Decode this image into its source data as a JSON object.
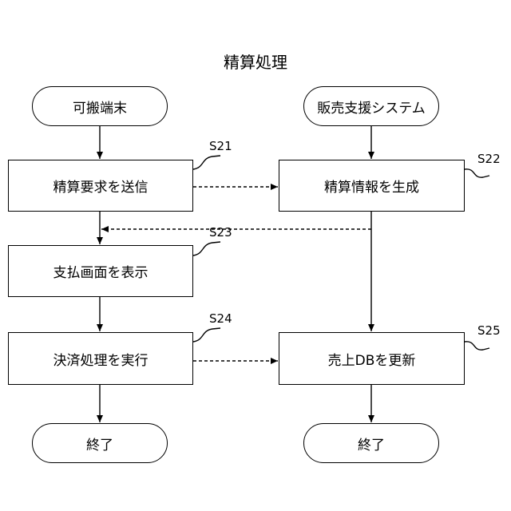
{
  "title": "精算処理",
  "left": {
    "start": "可搬端末",
    "steps": [
      {
        "id": "S21",
        "label": "精算要求を送信"
      },
      {
        "id": "S23",
        "label": "支払画面を表示"
      },
      {
        "id": "S24",
        "label": "決済処理を実行"
      }
    ],
    "end": "終了"
  },
  "right": {
    "start": "販売支援システム",
    "steps": [
      {
        "id": "S22",
        "label": "精算情報を生成"
      },
      {
        "id": "S25",
        "label": "売上DBを更新"
      }
    ],
    "end": "終了"
  }
}
